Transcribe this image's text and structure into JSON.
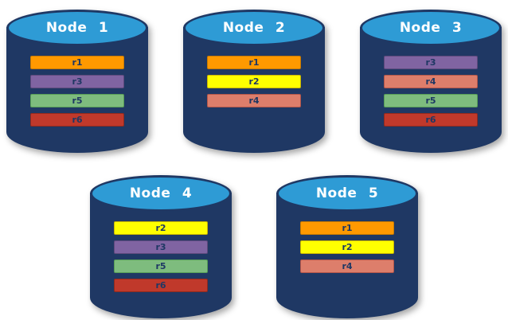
{
  "diagram": {
    "nodes": [
      {
        "label": "Node 1",
        "records": [
          "r1",
          "r3",
          "r5",
          "r6"
        ]
      },
      {
        "label": "Node 2",
        "records": [
          "r1",
          "r2",
          "r4"
        ]
      },
      {
        "label": "Node 3",
        "records": [
          "r3",
          "r4",
          "r5",
          "r6"
        ]
      },
      {
        "label": "Node 4",
        "records": [
          "r2",
          "r3",
          "r5",
          "r6"
        ]
      },
      {
        "label": "Node 5",
        "records": [
          "r1",
          "r2",
          "r4"
        ]
      }
    ]
  },
  "record_colors": {
    "r1": {
      "fill": "#FF9900",
      "border": "#C77A00"
    },
    "r2": {
      "fill": "#FFFF00",
      "border": "#C9B500"
    },
    "r3": {
      "fill": "#8064A2",
      "border": "#5E4A7D"
    },
    "r4": {
      "fill": "#DD7E6B",
      "border": "#B2564A"
    },
    "r5": {
      "fill": "#7EBC7E",
      "border": "#579E57"
    },
    "r6": {
      "fill": "#C0392B",
      "border": "#8E2A1F"
    }
  },
  "colors": {
    "background": "#FFFFFF",
    "cylinder_body": "#1F3864",
    "cylinder_top": "#2E9BD5",
    "node_label_text": "#FFFFFF",
    "bar_text": "#1F3864"
  }
}
